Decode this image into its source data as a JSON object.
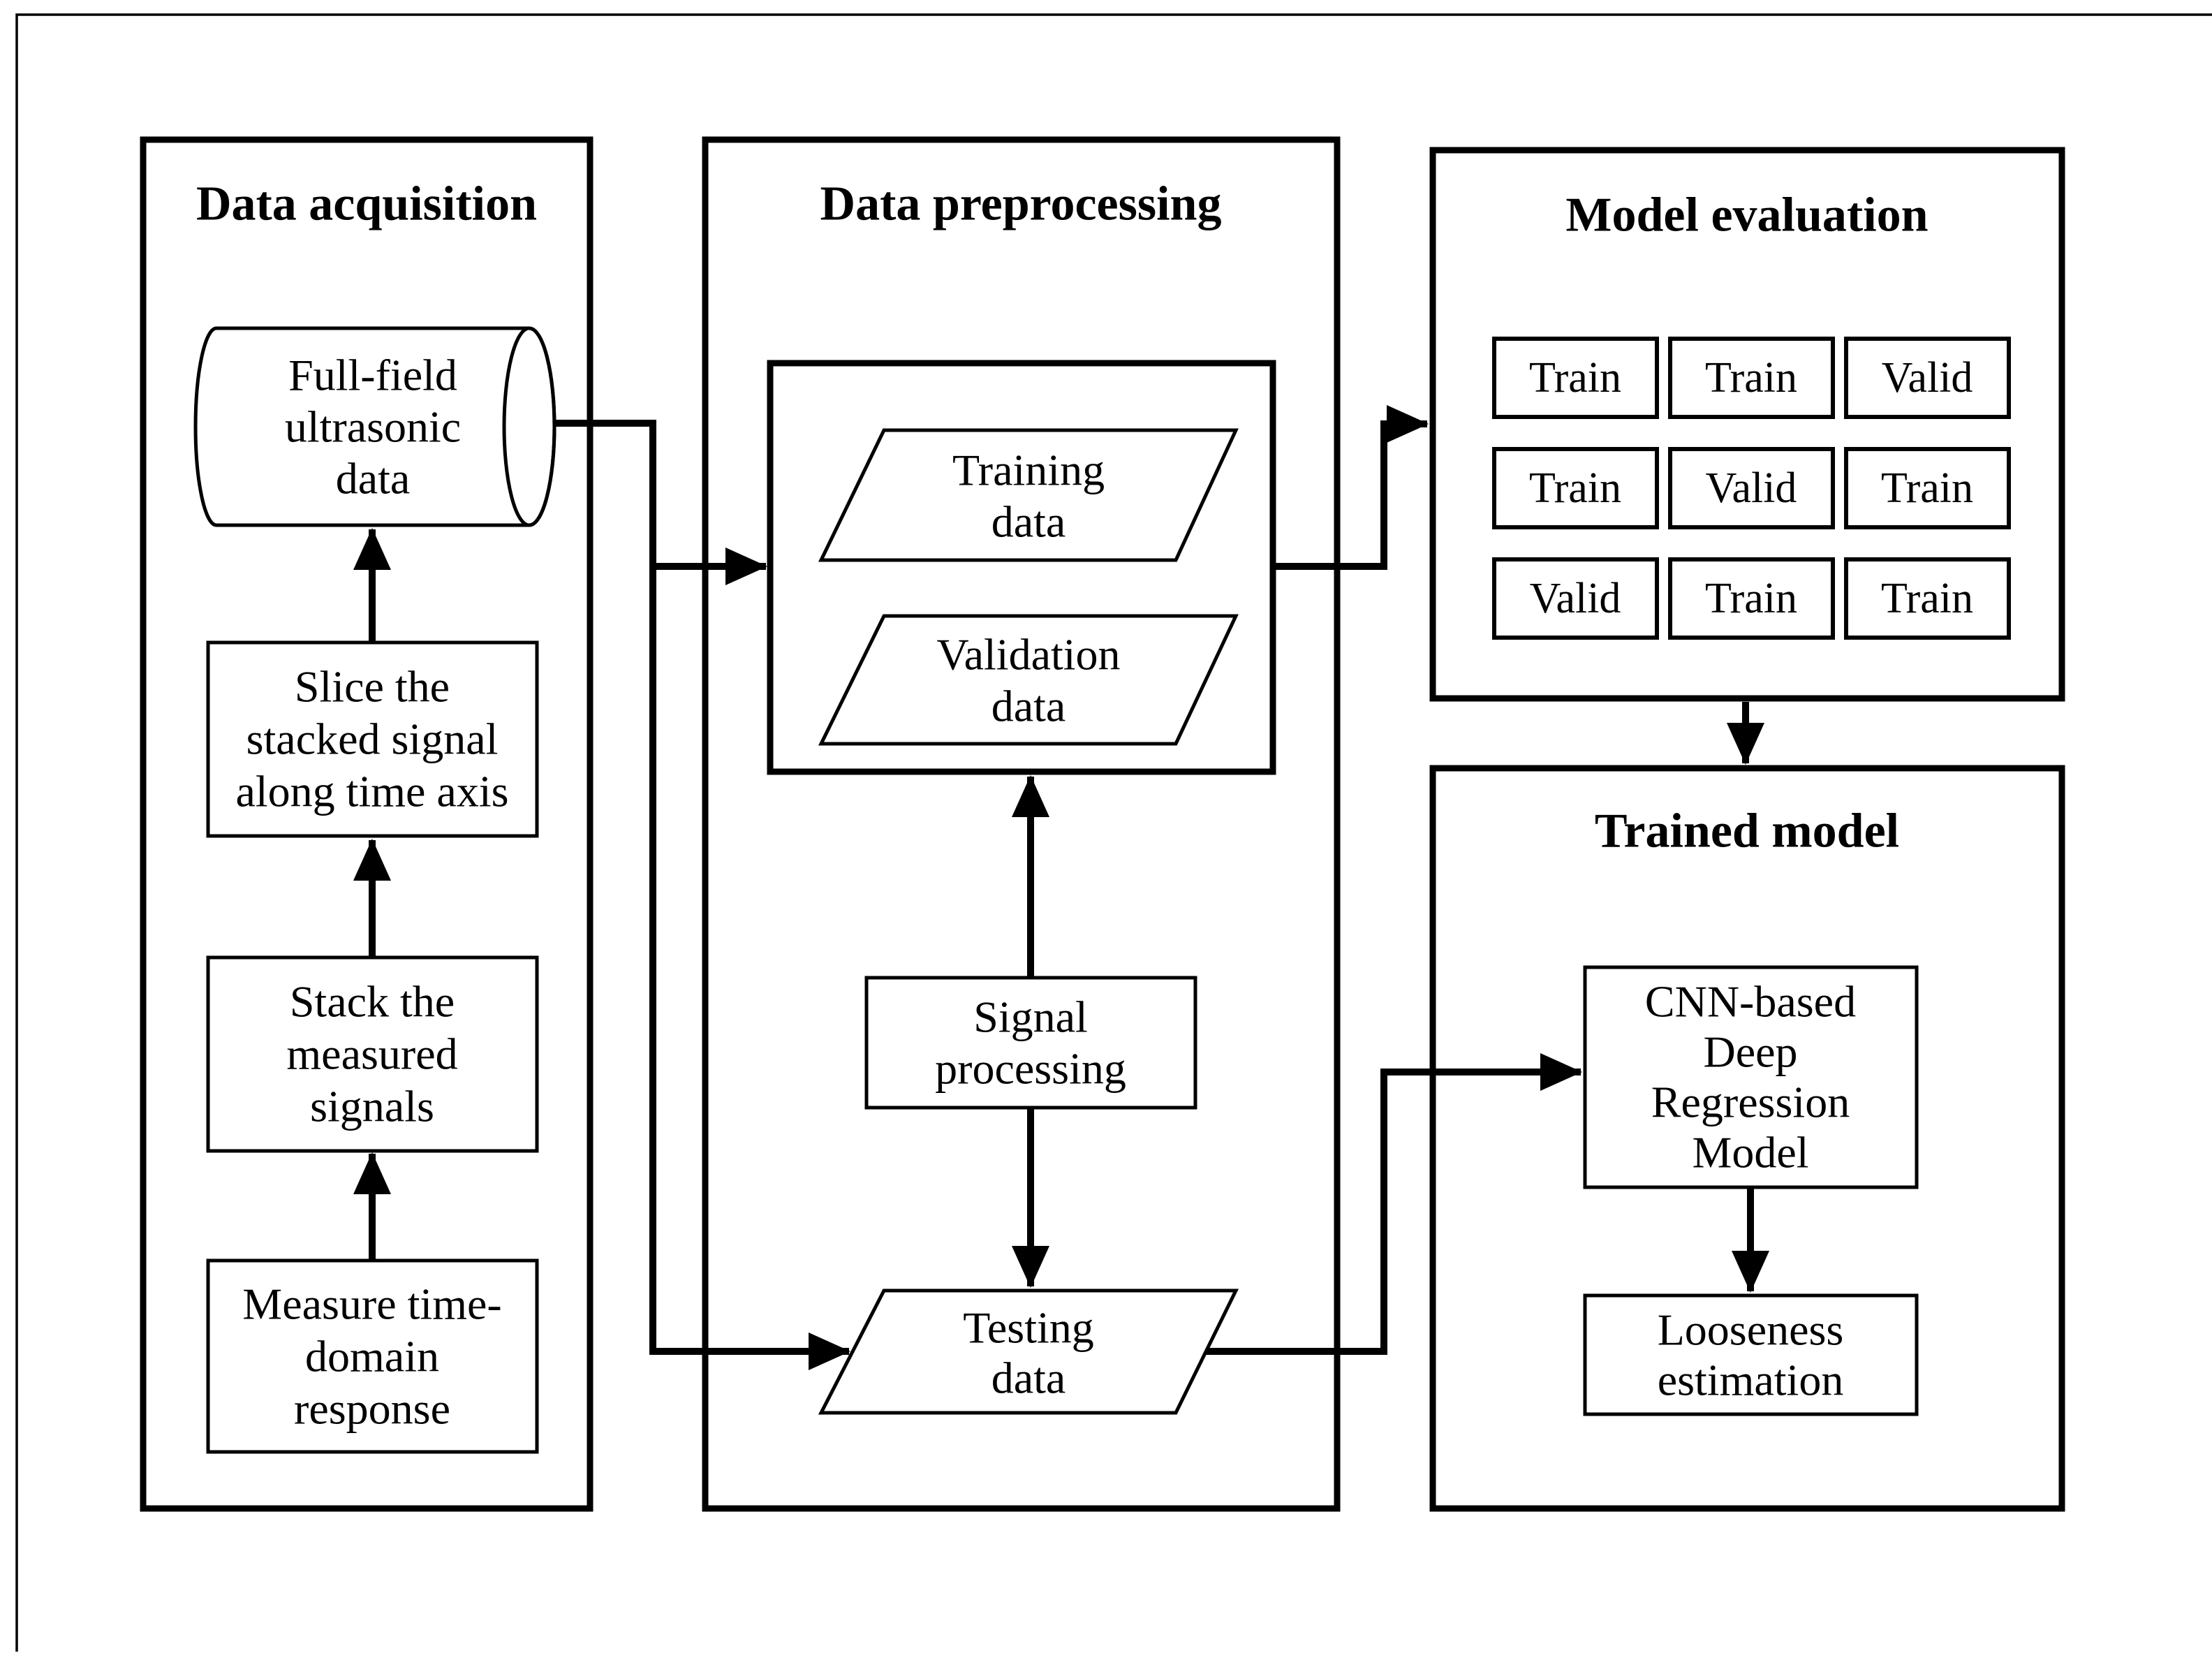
{
  "figure": {
    "panels": {
      "data_acquisition": {
        "title": "Data acquisition",
        "cylinder": [
          "Full-field",
          "ultrasonic",
          "data"
        ],
        "slice_box": [
          "Slice the",
          "stacked signal",
          "along time axis"
        ],
        "stack_box": [
          "Stack the",
          "measured",
          "signals"
        ],
        "measure_box": [
          "Measure time-",
          "domain",
          "response"
        ]
      },
      "data_preprocessing": {
        "title": "Data preprocessing",
        "training": [
          "Training",
          "data"
        ],
        "validation": [
          "Validation",
          "data"
        ],
        "signal_processing": [
          "Signal",
          "processing"
        ],
        "testing": [
          "Testing",
          "data"
        ]
      },
      "model_evaluation": {
        "title": "Model evaluation",
        "grid": [
          [
            "Train",
            "Train",
            "Valid"
          ],
          [
            "Train",
            "Valid",
            "Train"
          ],
          [
            "Valid",
            "Train",
            "Train"
          ]
        ]
      },
      "trained_model": {
        "title": "Trained model",
        "cnn_box": [
          "CNN-based",
          "Deep",
          "Regression",
          "Model"
        ],
        "looseness_box": [
          "Looseness",
          "estimation"
        ]
      }
    },
    "colors": {
      "line": "#000000",
      "background": "#ffffff",
      "valid_cell_bg": "#000000",
      "valid_cell_text": "#ffffff"
    }
  }
}
